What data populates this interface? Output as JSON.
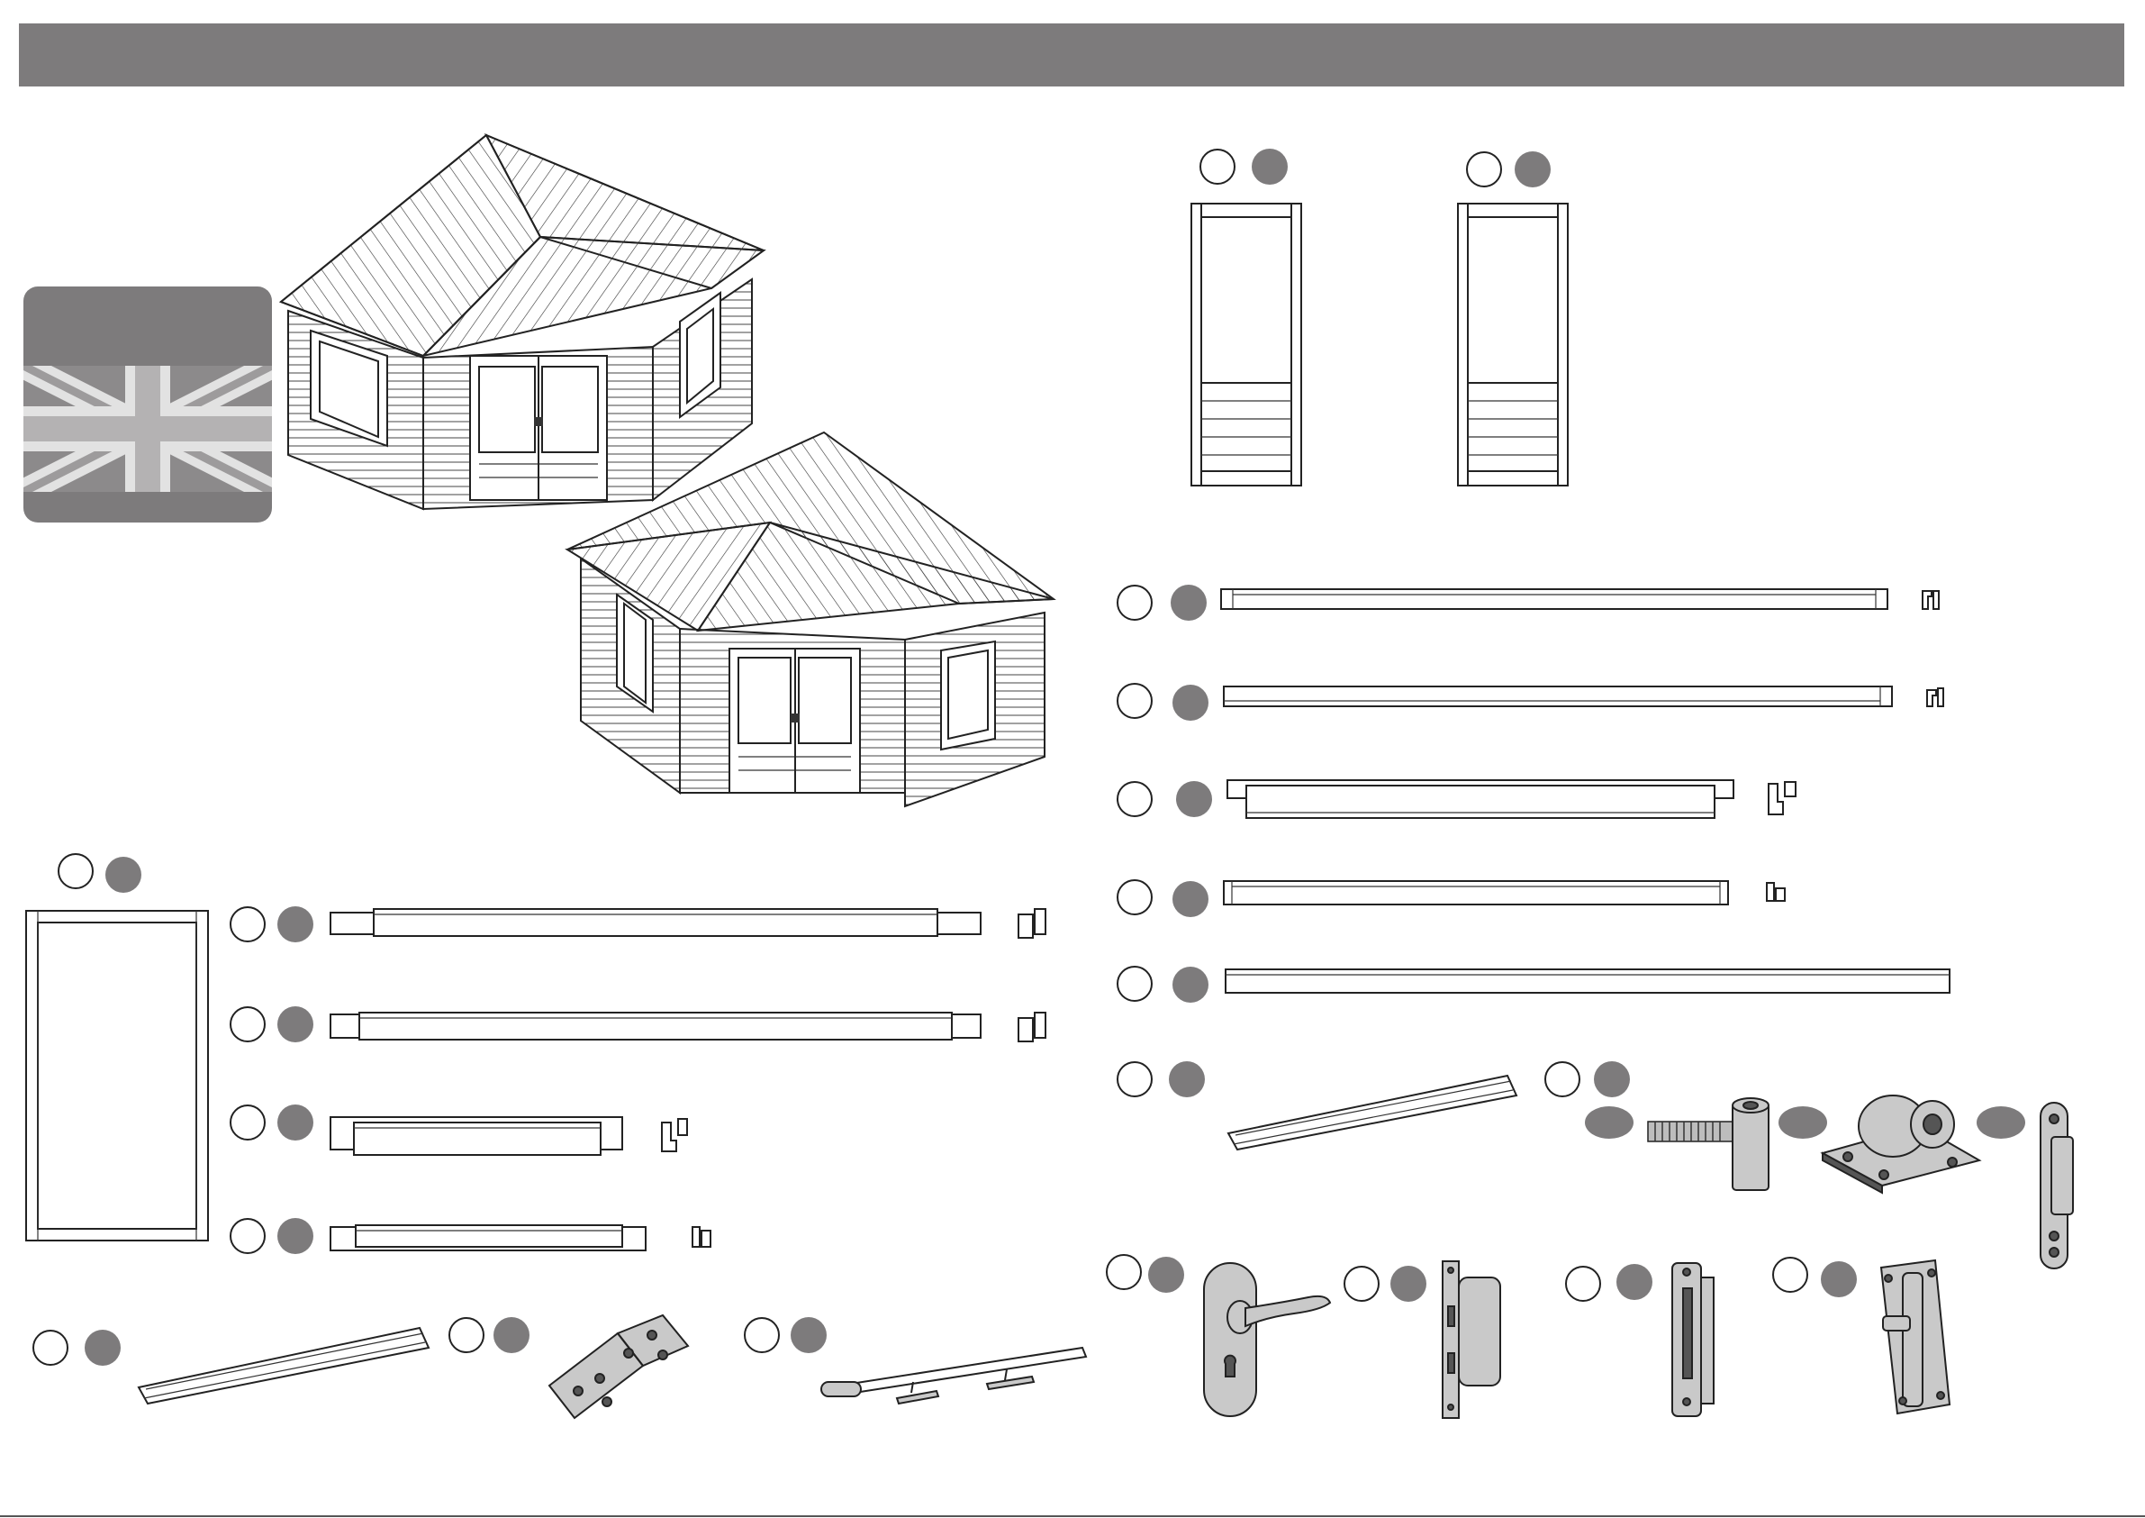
{
  "header": {
    "color": "#7d7b7c"
  },
  "flag": {
    "name": "uk-flag-icon"
  },
  "colors": {
    "marker_fill": "#7d7b7c",
    "line": "#222222",
    "paper": "#ffffff"
  },
  "parts": [
    {
      "name": "corner-log-cabin-front"
    },
    {
      "name": "corner-log-cabin-rear"
    },
    {
      "name": "door-panel-left"
    },
    {
      "name": "door-panel-right"
    },
    {
      "name": "window-frame"
    },
    {
      "name": "door-frame-top"
    },
    {
      "name": "door-frame-side"
    },
    {
      "name": "window-frame-top"
    },
    {
      "name": "window-frame-side"
    },
    {
      "name": "long-profile-1"
    },
    {
      "name": "long-profile-2"
    },
    {
      "name": "long-profile-3"
    },
    {
      "name": "long-profile-4"
    },
    {
      "name": "flat-strip"
    },
    {
      "name": "glazing-bead"
    },
    {
      "name": "hinge-pin"
    },
    {
      "name": "hinge-plate"
    },
    {
      "name": "hinge-strap"
    },
    {
      "name": "butt-hinge"
    },
    {
      "name": "casement-stay"
    },
    {
      "name": "door-handle"
    },
    {
      "name": "mortice-lock"
    },
    {
      "name": "strike-plate"
    },
    {
      "name": "tower-bolt"
    },
    {
      "name": "glazing-bead-small"
    }
  ]
}
